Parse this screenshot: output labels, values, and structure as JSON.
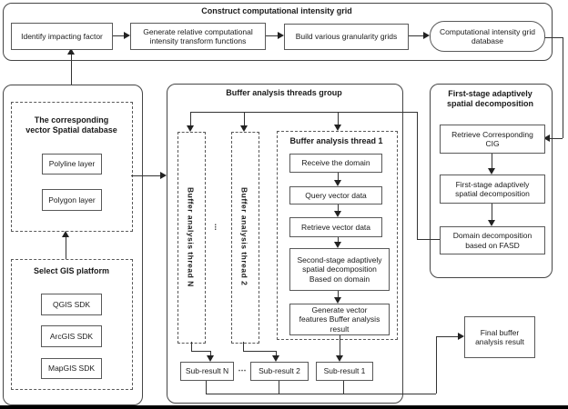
{
  "colors": {
    "background": "#ffffff",
    "line": "#333333",
    "box_border": "#595959",
    "container_border": "#454545",
    "bottom_bar": "#000000"
  },
  "top": {
    "title": "Construct computational intensity grid",
    "identify": "Identify impacting factor",
    "generate": "Generate relative computational\nintensity transform functions",
    "build": "Build various granularity grids",
    "database": "Computational intensity grid\ndatabase"
  },
  "vector_db": {
    "title": "The corresponding\nvector Spatial database",
    "polyline": "Polyline layer",
    "polygon": "Polygon layer"
  },
  "gis": {
    "title": "Select GIS platform",
    "qgis": "QGIS SDK",
    "arcgis": "ArcGIS SDK",
    "mapgis": "MapGIS SDK"
  },
  "threads": {
    "title": "Buffer analysis threads group",
    "thread_n": "Buffer analysis thread N",
    "thread_dots": "...",
    "thread_2": "Buffer analysis thread 2",
    "thread1_title": "Buffer analysis  thread 1",
    "receive": "Receive the domain",
    "query": "Query vector data",
    "retrieve": "Retrieve vector data",
    "second_stage": "Second-stage adaptively\nspatial decomposition\nBased on domain",
    "generate": "Generate vector\nfeatures Buffer analysis\nresult",
    "sub_n": "Sub-result N",
    "sub_dots": "⋯",
    "sub_2": "Sub-result 2",
    "sub_1": "Sub-result 1"
  },
  "fasd": {
    "title": "First-stage adaptively\nspatial decomposition",
    "retrieve_cig": "Retrieve Corresponding\nCIG",
    "first_stage": "First-stage adaptively\nspatial decomposition",
    "domain_decomp": "Domain decomposition\nbased on FASD"
  },
  "final_result": "Final buffer\nanalysis result"
}
